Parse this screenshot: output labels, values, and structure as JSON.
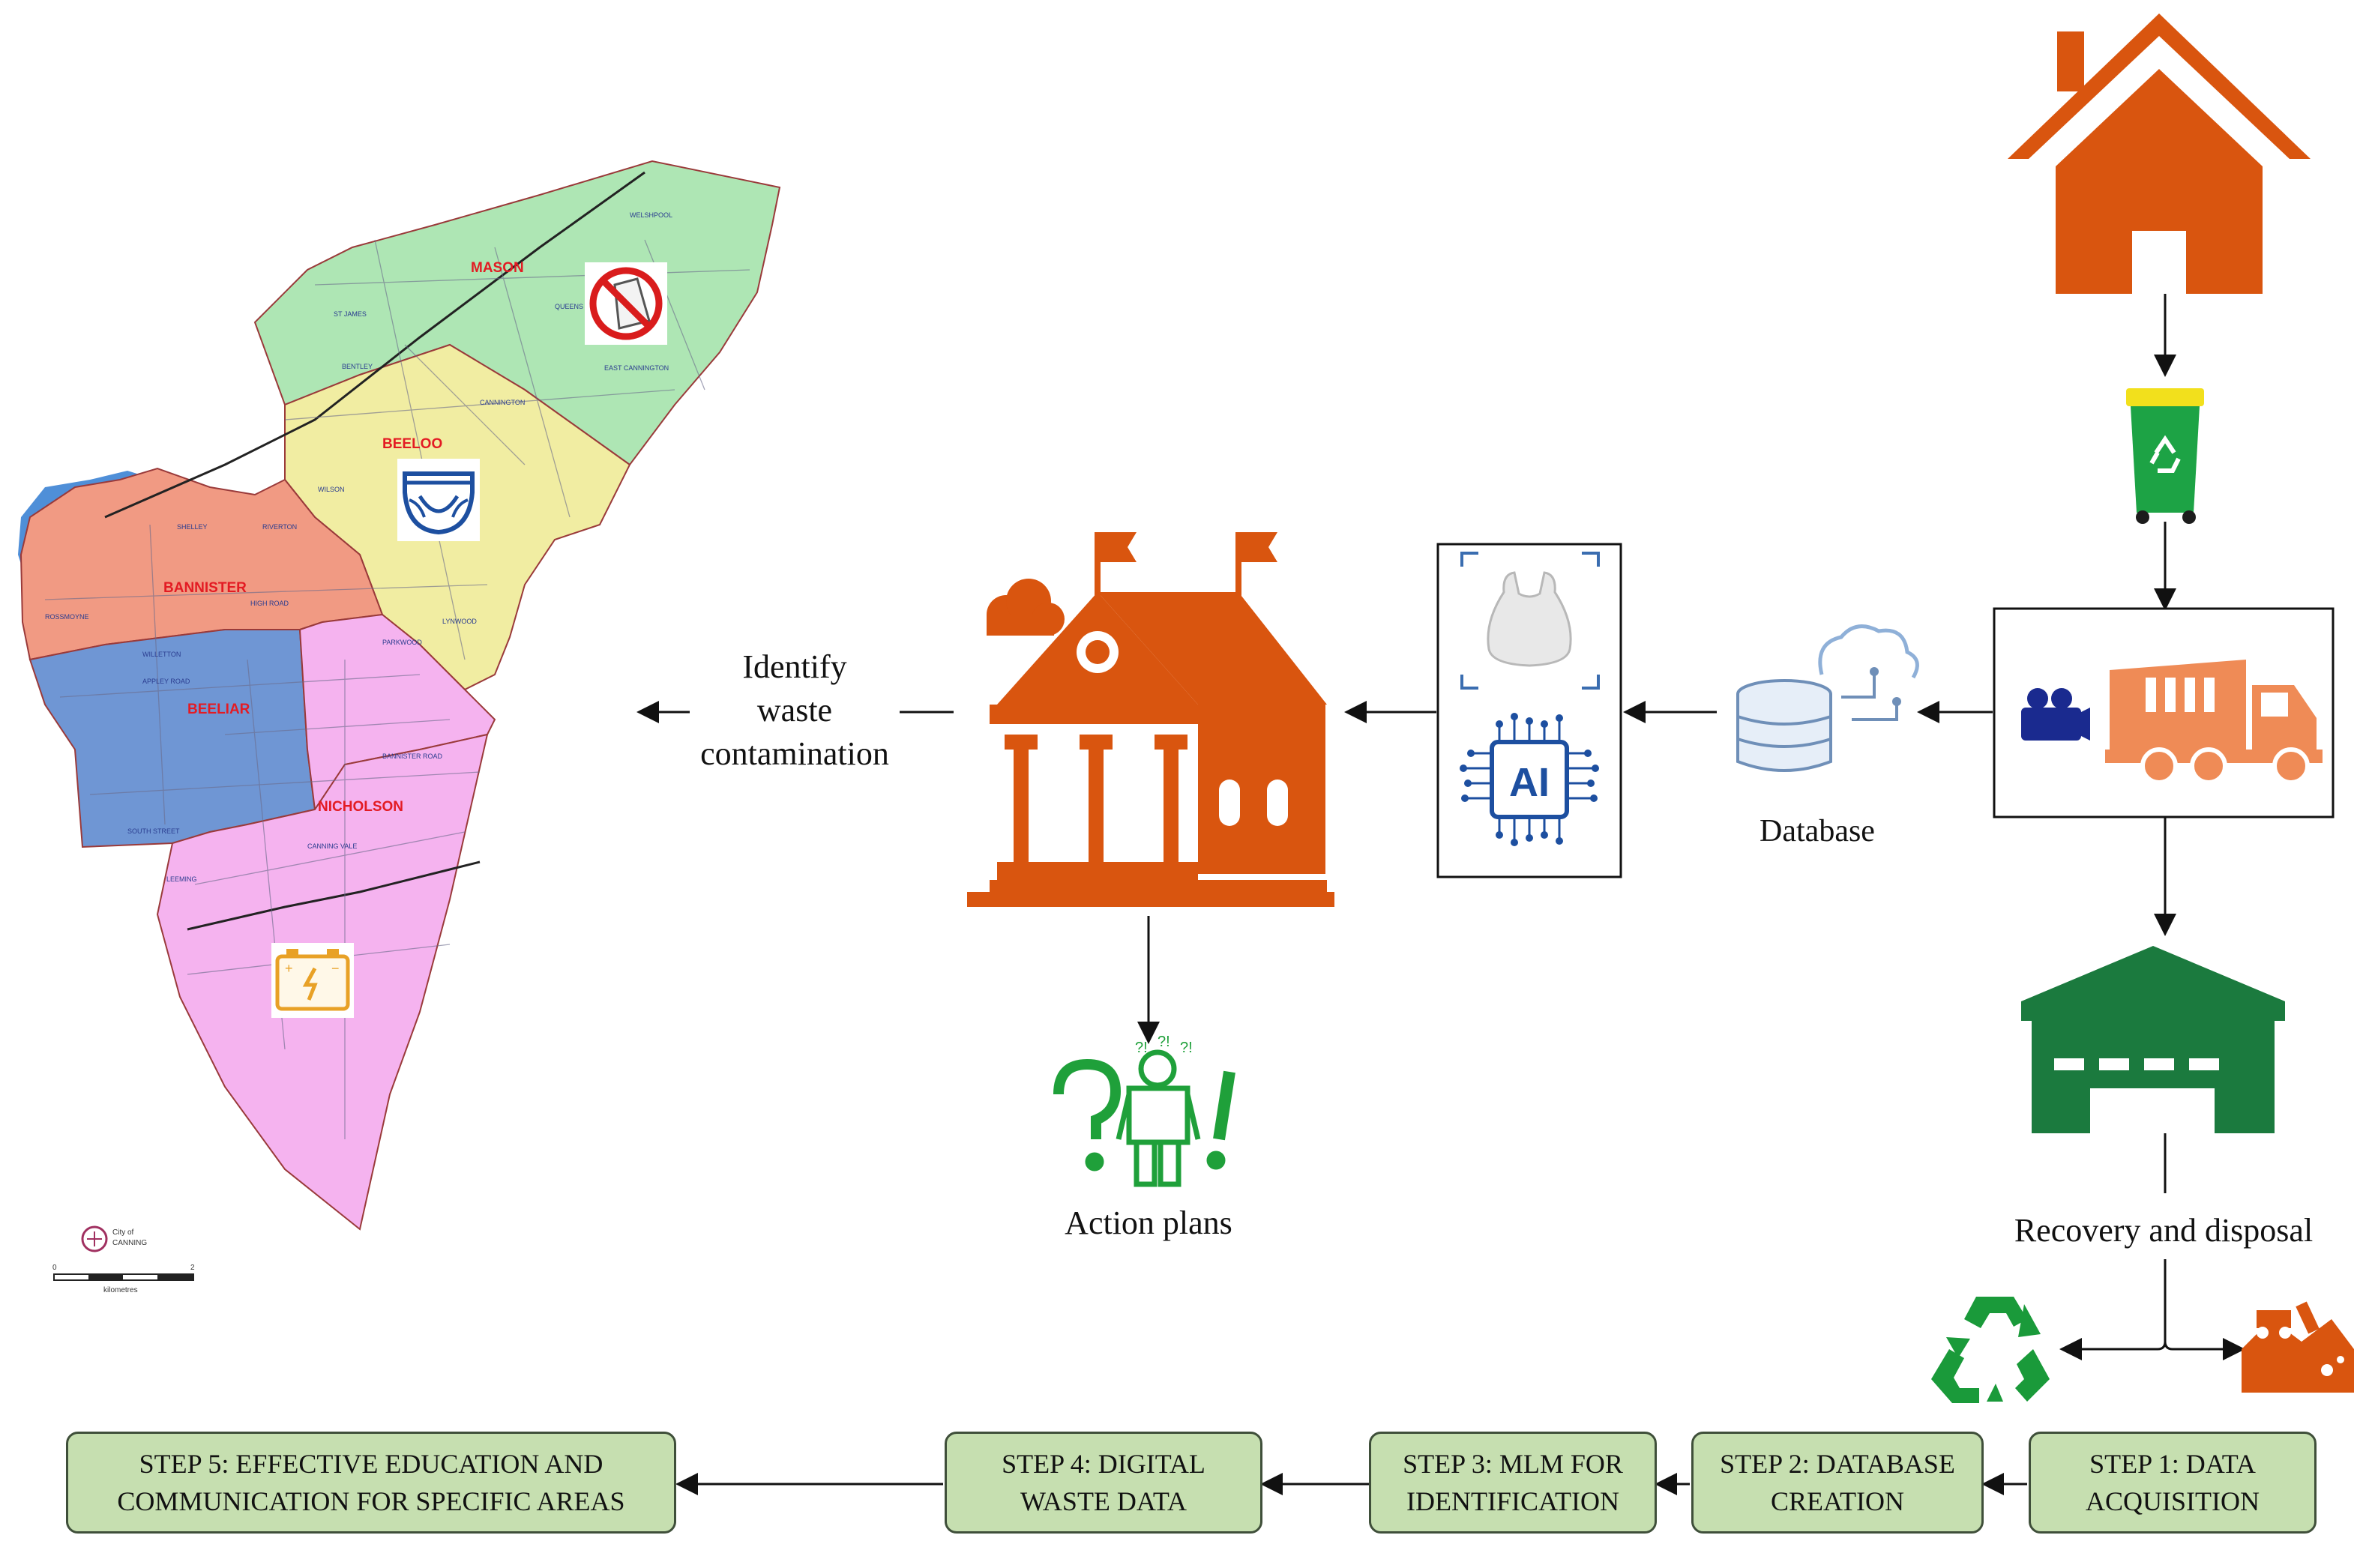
{
  "labels": {
    "identify": [
      "Identify",
      "waste",
      "contamination"
    ],
    "database": "Database",
    "action_plans": "Action plans",
    "recovery": "Recovery and disposal",
    "ai": "AI"
  },
  "steps": [
    {
      "line1": "STEP 5: EFFECTIVE EDUCATION AND",
      "line2": "COMMUNICATION FOR SPECIFIC AREAS"
    },
    {
      "line1": "STEP 4: DIGITAL",
      "line2": "WASTE DATA"
    },
    {
      "line1": "STEP 3: MLM FOR",
      "line2": "IDENTIFICATION"
    },
    {
      "line1": "STEP 2: DATABASE",
      "line2": "CREATION"
    },
    {
      "line1": "STEP 1: DATA",
      "line2": "ACQUISITION"
    }
  ],
  "map": {
    "suburbs": [
      "MASON",
      "BEELOO",
      "BANNISTER",
      "BEELIAR",
      "NICHOLSON"
    ],
    "streets": [
      "WELSHPOOL",
      "ST JAMES",
      "BENTLEY",
      "QUEENS PARK",
      "EAST CANNINGTON",
      "CANNINGTON",
      "WILSON",
      "SHELLEY",
      "RIVERTON",
      "ROSSMOYNE",
      "HIGH ROAD",
      "LYNWOOD",
      "PARKWOOD",
      "APPLEY ROAD",
      "WILLETTON",
      "BANNISTER ROAD",
      "CANNING VALE",
      "LEEMING",
      "SOUTH STREET"
    ],
    "logo_line1": "City of",
    "logo_line2": "CANNING",
    "scale_start": "0",
    "scale_end": "2",
    "scale_unit": "kilometres"
  },
  "colors": {
    "orange": "#d9550f",
    "green": "#1b7a3e",
    "step_fill": "#c6dfb0",
    "map_green": "#aee6b4",
    "map_yellow": "#f1eda2",
    "map_salmon": "#f19a83",
    "map_blue": "#6f96d4",
    "map_pink": "#f5b3ef",
    "water": "#4f8fd8"
  },
  "icons": [
    "house-icon",
    "recycle-bin-icon",
    "camera-icon",
    "garbage-truck-icon",
    "recovery-facility-icon",
    "recycle-icon",
    "landfill-icon",
    "database-icon",
    "plastic-bag-icon",
    "ai-chip-icon",
    "city-hall-icon",
    "confused-person-icon",
    "no-plastic-bag-icon",
    "diaper-icon",
    "battery-icon"
  ]
}
